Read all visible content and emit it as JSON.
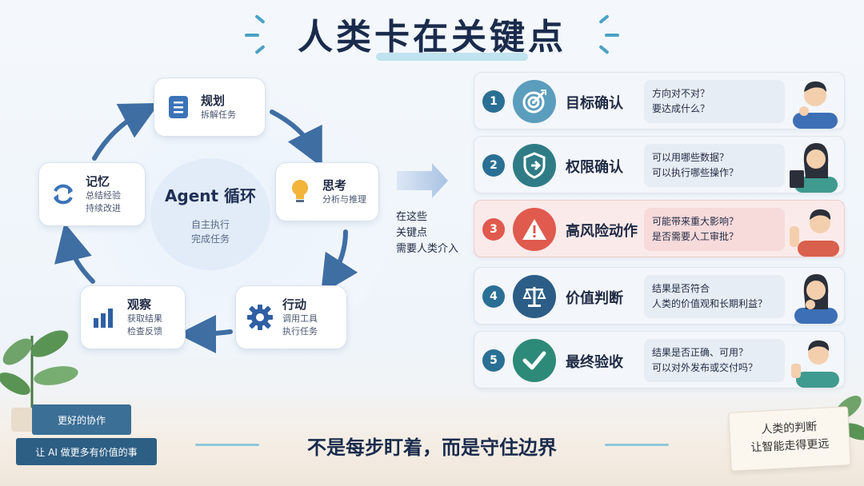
{
  "title": "人类卡在关键点",
  "loop": {
    "center_title": "Agent 循环",
    "center_sub_1": "自主执行",
    "center_sub_2": "完成任务",
    "nodes": {
      "plan": {
        "title": "规划",
        "sub1": "拆解任务",
        "icon": "document-icon"
      },
      "think": {
        "title": "思考",
        "sub1": "分析与推理",
        "icon": "lightbulb-icon"
      },
      "act": {
        "title": "行动",
        "sub1": "调用工具",
        "sub2": "执行任务",
        "icon": "gear-icon"
      },
      "observe": {
        "title": "观察",
        "sub1": "获取结果",
        "sub2": "检查反馈",
        "icon": "bar-chart-icon"
      },
      "memory": {
        "title": "记忆",
        "sub1": "总结经验",
        "sub2": "持续改进",
        "icon": "refresh-icon"
      }
    }
  },
  "mid": {
    "line1": "在这些",
    "line2": "关键点",
    "line3": "需要人类介入"
  },
  "checkpoints": [
    {
      "num": "1",
      "label": "目标确认",
      "desc1": "方向对不对？",
      "desc2": "要达成什么？",
      "icon": "target-icon",
      "color": "#5b9dbd"
    },
    {
      "num": "2",
      "label": "权限确认",
      "desc1": "可以用哪些数据？",
      "desc2": "可以执行哪些操作？",
      "icon": "shield-icon",
      "color": "#2f7c86"
    },
    {
      "num": "3",
      "label": "高风险动作",
      "desc1": "可能带来重大影响？",
      "desc2": "是否需要人工审批？",
      "icon": "warning-icon",
      "color": "#e05a4e"
    },
    {
      "num": "4",
      "label": "价值判断",
      "desc1": "结果是否符合",
      "desc2": "人类的价值观和长期利益？",
      "icon": "scale-icon",
      "color": "#2c5d86"
    },
    {
      "num": "5",
      "label": "最终验收",
      "desc1": "结果是否正确、可用？",
      "desc2": "可以对外发布或交付吗？",
      "icon": "check-icon",
      "color": "#2d8a78"
    }
  ],
  "bottom": {
    "slogan": "不是每步盯着，而是守住边界"
  },
  "books": {
    "top": "更好的协作",
    "bottom": "让 AI 做更多有价值的事"
  },
  "note": {
    "line1": "人类的判断",
    "line2": "让智能走得更远"
  },
  "colors": {
    "accent": "#1a2b4c",
    "alert": "#e05a4e",
    "arrow": "#3f6ea3"
  }
}
